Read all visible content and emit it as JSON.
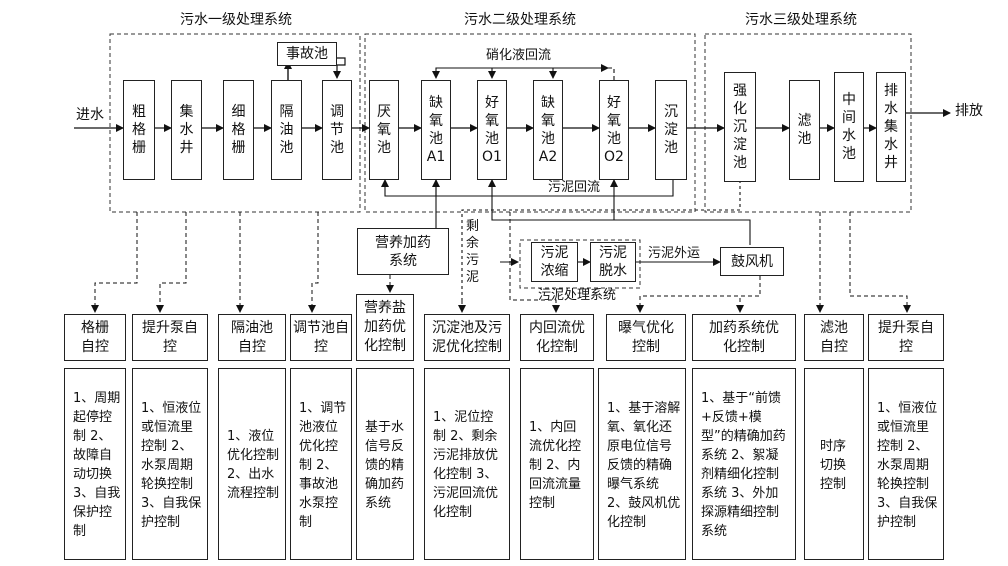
{
  "systems": {
    "primary": "污水一级处理系统",
    "secondary": "污水二级处理系统",
    "tertiary": "污水三级处理系统",
    "sludge": "污泥处理系统"
  },
  "flow": {
    "inlet": "进水",
    "outlet": "排放",
    "nitrification_return": "硝化液回流",
    "sludge_return": "污泥回流",
    "excess_sludge": "剩余污泥",
    "sludge_transport": "污泥外运"
  },
  "units": {
    "coarse_grille": "粗格栅",
    "collection_well": "集水井",
    "fine_grille": "细格栅",
    "oil_separator": "隔油池",
    "regulating_tank": "调节池",
    "emergency_tank": "事故池",
    "anaerobic_tank": "厌氧池",
    "anoxic_a1": "缺氧池A1",
    "aerobic_o1": "好氧池O1",
    "anoxic_a2": "缺氧池A2",
    "aerobic_o2": "好氧池O2",
    "sedimentation_tank": "沉淀池",
    "enhanced_sedimentation": "强化沉淀池",
    "filter_tank": "滤池",
    "intermediate_tank": "中间水池",
    "discharge_well": "排水集水井",
    "nutrient_dosing": "营养加药系统",
    "sludge_thickening": "污泥浓缩",
    "sludge_dewatering": "污泥脱水",
    "blower": "鼓风机"
  },
  "controls": [
    {
      "title": "格栅自控",
      "detail": "1、周期起停控制 2、故障自动切换 3、自我保护控制"
    },
    {
      "title": "提升泵自控",
      "detail": "1、恒液位或恒流里控制 2、水泵周期轮换控制 3、自我保护控制"
    },
    {
      "title": "隔油池自控",
      "detail": "1、液位优化控制 2、出水流程控制"
    },
    {
      "title": "调节池自控",
      "detail": "1、调节池液位优化控制 2、事故池水泵控制"
    },
    {
      "title": "营养盐加药优化控制",
      "detail": "基于水信号反馈的精确加药系统"
    },
    {
      "title": "沉淀池及污泥优化控制",
      "detail": "1、泥位控制 2、剩余污泥排放优化控制 3、污泥回流优化控制"
    },
    {
      "title": "内回流优化控制",
      "detail": "1、内回流优化控制 2、内回流流量控制"
    },
    {
      "title": "曝气优化控制",
      "detail": "1、基于溶解氧、氧化还原电位信号反馈的精确曝气系统 2、鼓风机优化控制"
    },
    {
      "title": "加药系统优化控制",
      "detail": "1、基于“前馈+反馈+模型”的精确加药系统 2、絮凝剂精细化控制系统 3、外加探源精细控制系统"
    },
    {
      "title": "滤池自控",
      "detail": "时序切换控制"
    },
    {
      "title": "提升泵自控",
      "detail": "1、恒液位或恒流里控制 2、水泵周期轮换控制 3、自我保护控制"
    }
  ]
}
